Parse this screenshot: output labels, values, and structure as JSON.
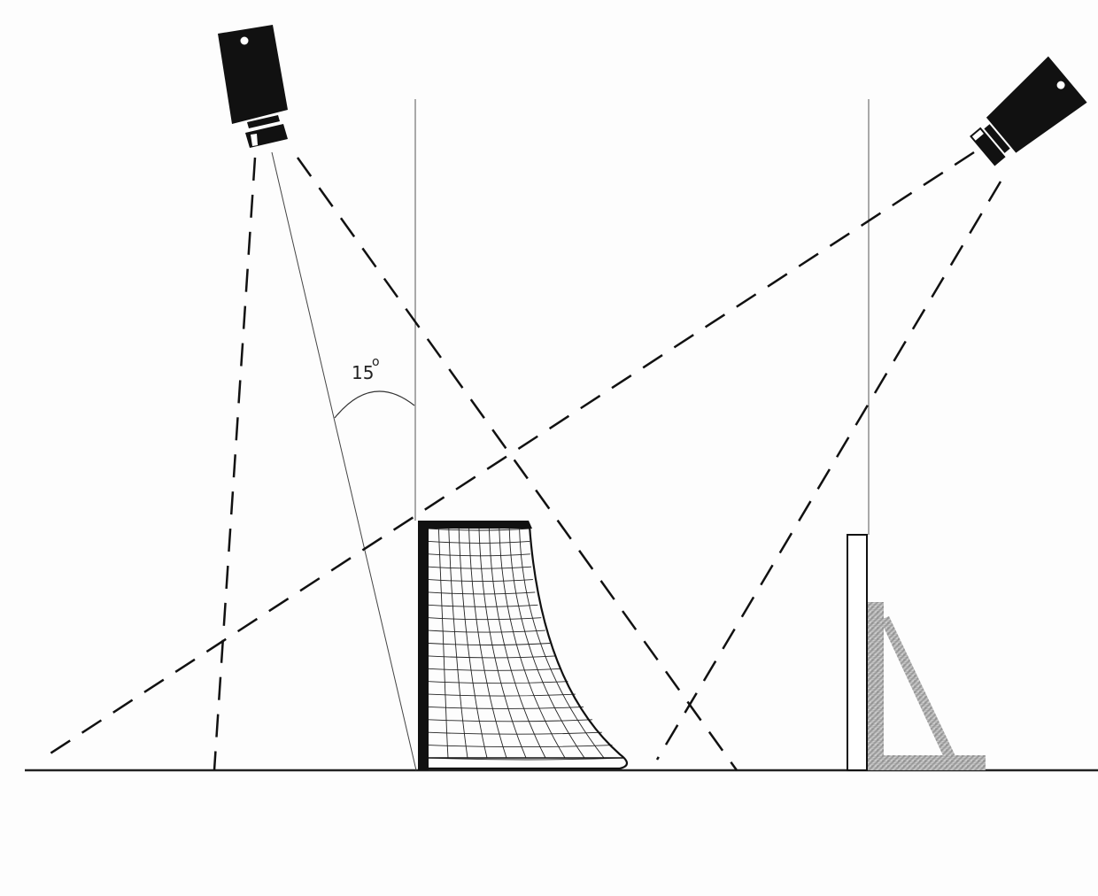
{
  "diagram": {
    "angle_value": "15",
    "angle_unit": "o",
    "colors": {
      "background": "#fdfdfd",
      "ink": "#111111",
      "thin_line": "#555555",
      "net": "#222222",
      "board_fill": "#ffffff",
      "brace_light": "#cfcfcf",
      "brace_dark": "#8a8a8a"
    },
    "objects": [
      "camera-left",
      "camera-right",
      "goal-with-net",
      "vertical-board-with-brace",
      "ground-line"
    ]
  }
}
